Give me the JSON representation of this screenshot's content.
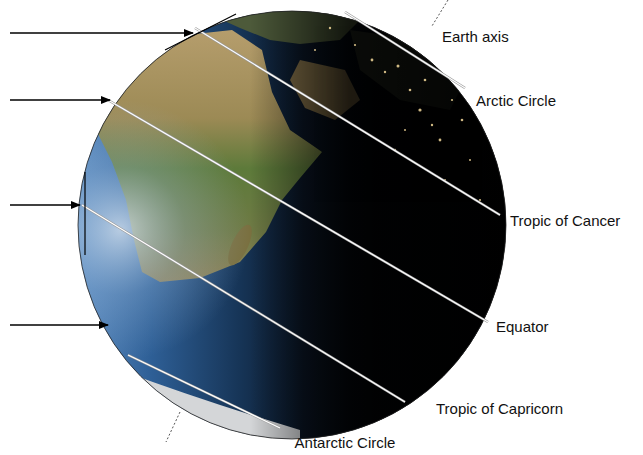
{
  "diagram": {
    "labels": [
      "Earth axis",
      "Arctic Circle",
      "Tropic of Cancer",
      "Equator",
      "Tropic of Capricorn",
      "Antarctic Circle"
    ]
  }
}
